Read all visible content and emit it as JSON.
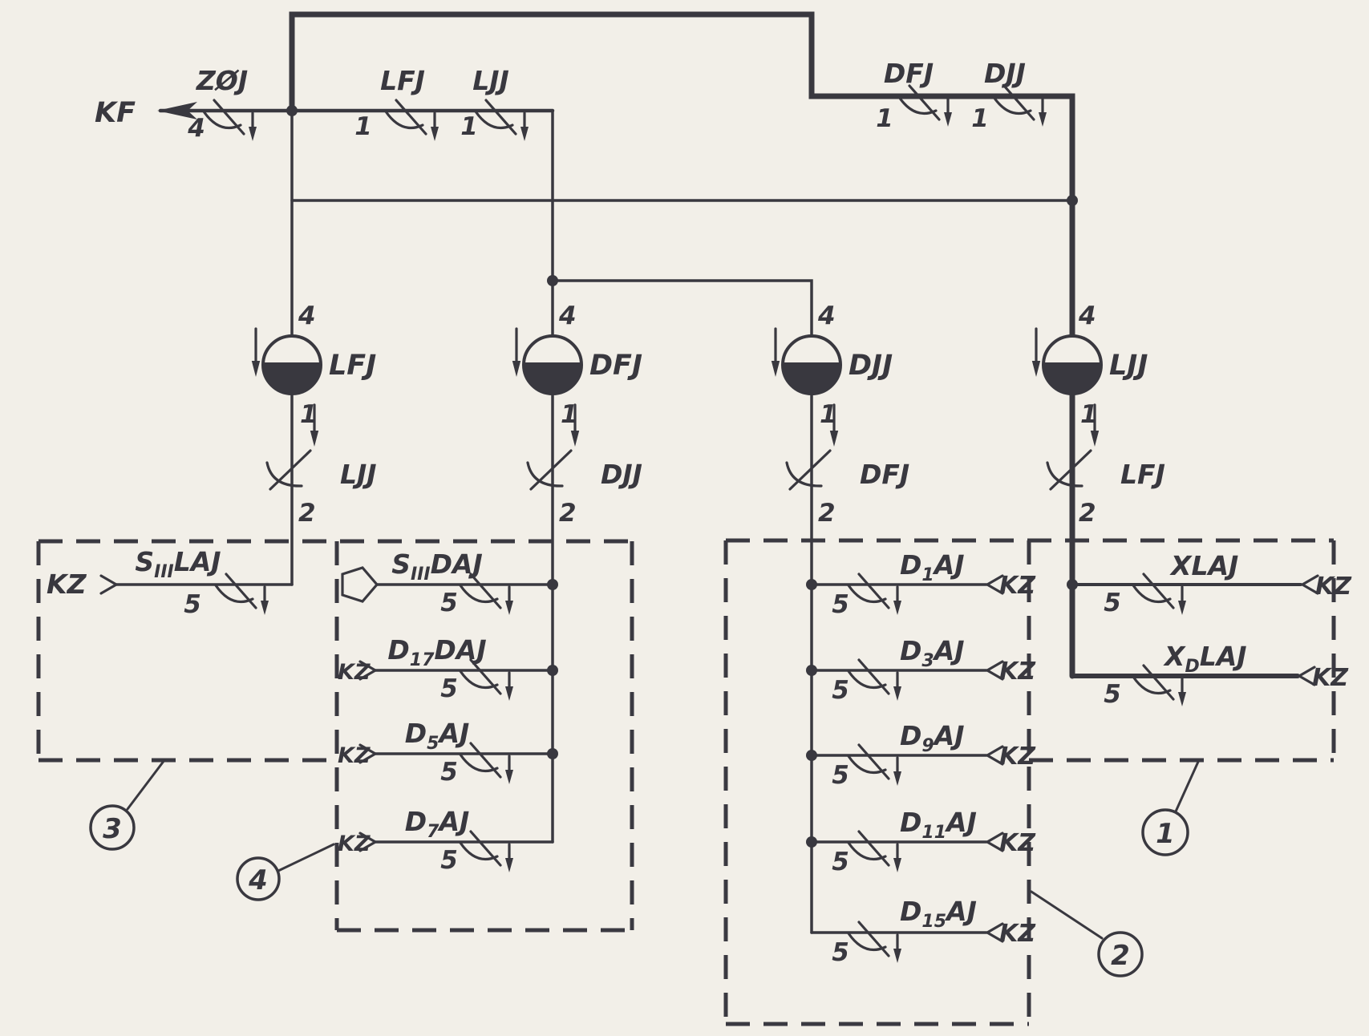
{
  "colors": {
    "ink": "#39383f",
    "paper": "#f2efe8"
  },
  "kf_port": "KF",
  "top_row": {
    "valves": [
      {
        "label": "ZØJ",
        "num": "4"
      },
      {
        "label": "LFJ",
        "num": "1"
      },
      {
        "label": "LJJ",
        "num": "1"
      },
      {
        "label": "DFJ",
        "num": "1"
      },
      {
        "label": "DJJ",
        "num": "1"
      }
    ]
  },
  "pump_columns": [
    {
      "top_num": "4",
      "pump": "LFJ",
      "mid_num": "1",
      "valve": "LJJ",
      "out_num": "2"
    },
    {
      "top_num": "4",
      "pump": "DFJ",
      "mid_num": "1",
      "valve": "DJJ",
      "out_num": "2"
    },
    {
      "top_num": "4",
      "pump": "DJJ",
      "mid_num": "1",
      "valve": "DFJ",
      "out_num": "2"
    },
    {
      "top_num": "4",
      "pump": "LJJ",
      "mid_num": "1",
      "valve": "LFJ",
      "out_num": "2"
    }
  ],
  "groups": {
    "g3": {
      "ref": "3",
      "rows": [
        {
          "pre": "S",
          "sub": "III",
          "post": "LAJ",
          "num": "5",
          "src": "KZ"
        }
      ]
    },
    "g4": {
      "ref": "4",
      "rows": [
        {
          "pre": "S",
          "sub": "III",
          "post": "DAJ",
          "num": "5",
          "src": ""
        },
        {
          "pre": "D",
          "sub": "17",
          "post": "DAJ",
          "num": "5",
          "src": "KZ"
        },
        {
          "pre": "D",
          "sub": "5",
          "post": "AJ",
          "num": "5",
          "src": "KZ"
        },
        {
          "pre": "D",
          "sub": "7",
          "post": "AJ",
          "num": "5",
          "src": "KZ"
        }
      ]
    },
    "g2": {
      "ref": "2",
      "rows": [
        {
          "pre": "D",
          "sub": "1",
          "post": "AJ",
          "num": "5",
          "src": "KZ"
        },
        {
          "pre": "D",
          "sub": "3",
          "post": "AJ",
          "num": "5",
          "src": "KZ"
        },
        {
          "pre": "D",
          "sub": "9",
          "post": "AJ",
          "num": "5",
          "src": "KZ"
        },
        {
          "pre": "D",
          "sub": "11",
          "post": "AJ",
          "num": "5",
          "src": "KZ"
        },
        {
          "pre": "D",
          "sub": "15",
          "post": "AJ",
          "num": "5",
          "src": "KZ"
        }
      ]
    },
    "g1": {
      "ref": "1",
      "rows": [
        {
          "pre": "XLAJ",
          "sub": "",
          "post": "",
          "num": "5",
          "src": "KZ"
        },
        {
          "pre": "X",
          "sub": "D",
          "post": "LAJ",
          "num": "5",
          "src": "KZ"
        }
      ]
    }
  }
}
